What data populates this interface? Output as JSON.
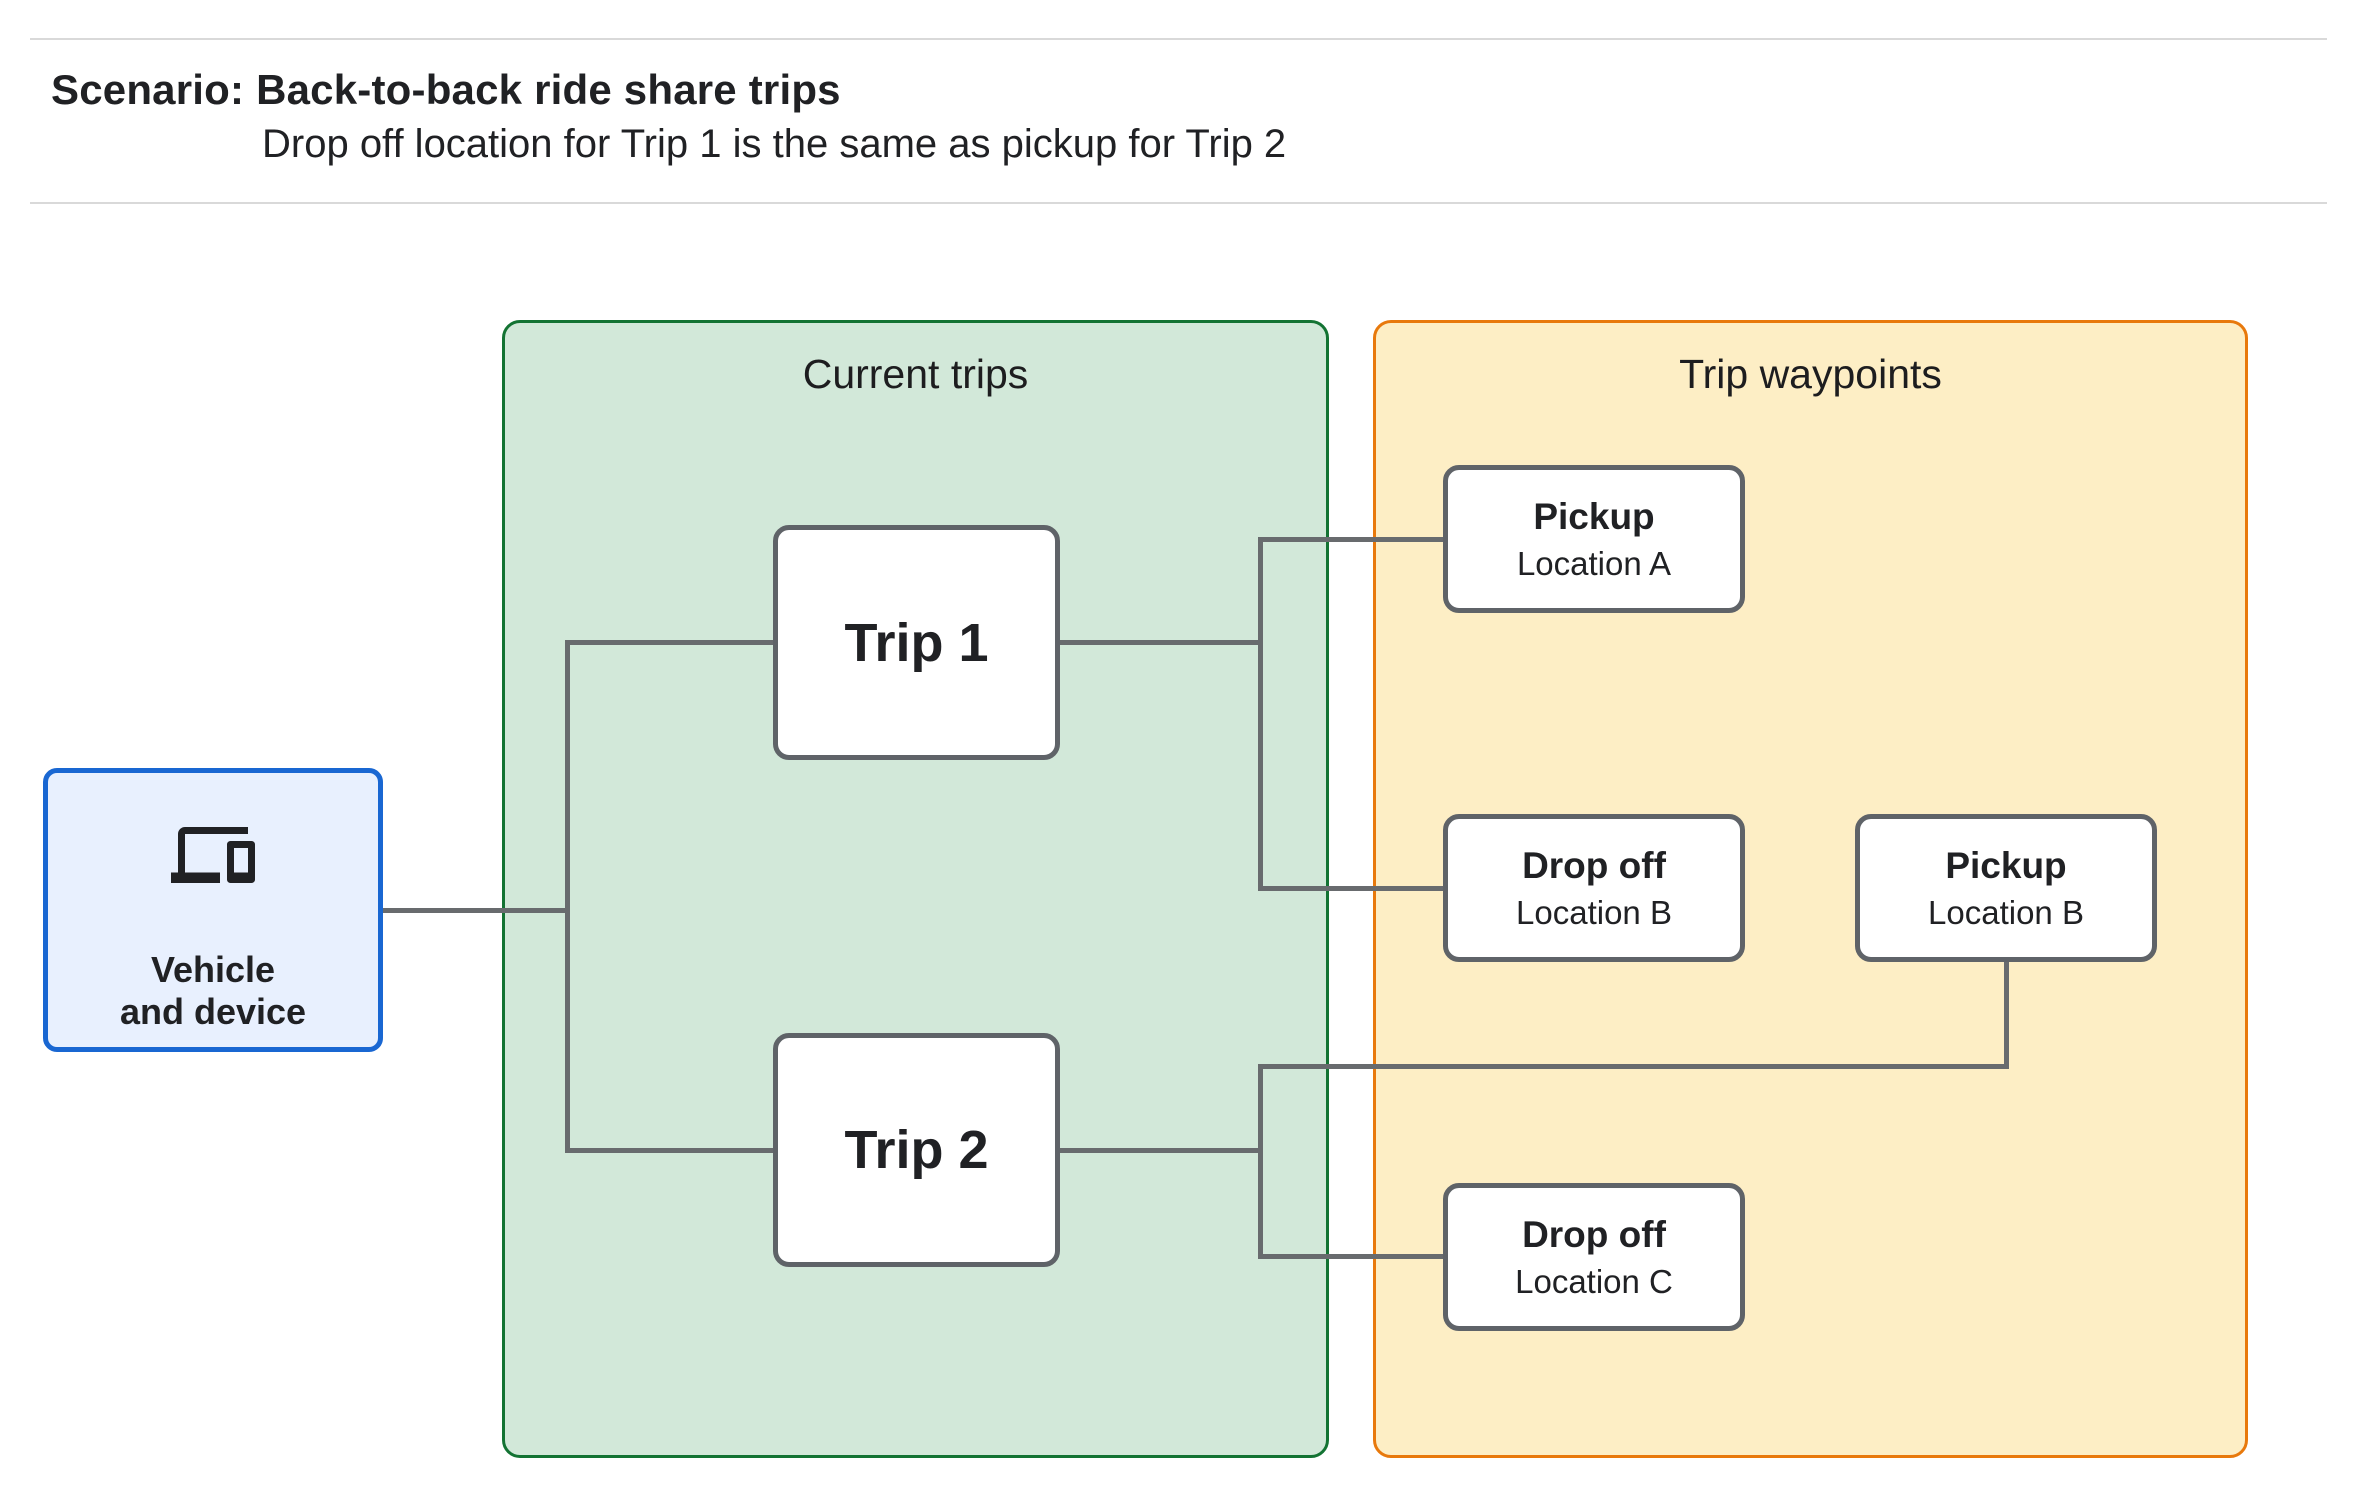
{
  "header": {
    "title": "Scenario: Back-to-back ride share trips",
    "subtitle": "Drop off  location for Trip 1 is the same as pickup for Trip 2"
  },
  "panels": {
    "current_trips": {
      "title": "Current trips"
    },
    "trip_waypoints": {
      "title": "Trip waypoints"
    }
  },
  "nodes": {
    "vehicle": {
      "label_line1": "Vehicle",
      "label_line2": "and device",
      "icon": "devices-icon"
    },
    "trip1": {
      "label": "Trip 1"
    },
    "trip2": {
      "label": "Trip 2"
    },
    "pickup_a": {
      "title": "Pickup",
      "subtitle": "Location A"
    },
    "dropoff_b": {
      "title": "Drop off",
      "subtitle": "Location B"
    },
    "pickup_b": {
      "title": "Pickup",
      "subtitle": "Location B"
    },
    "dropoff_c": {
      "title": "Drop off",
      "subtitle": "Location C"
    }
  },
  "colors": {
    "text": "#202124",
    "divider": "#d9d9d9",
    "green_fill": "#d2e8d9",
    "green_border": "#137333",
    "orange_fill": "#fdeec5",
    "orange_border": "#e8790c",
    "blue_fill": "#e8f0fe",
    "blue_border": "#1967d2",
    "node_border": "#5f6368",
    "connector": "#686b6e"
  }
}
